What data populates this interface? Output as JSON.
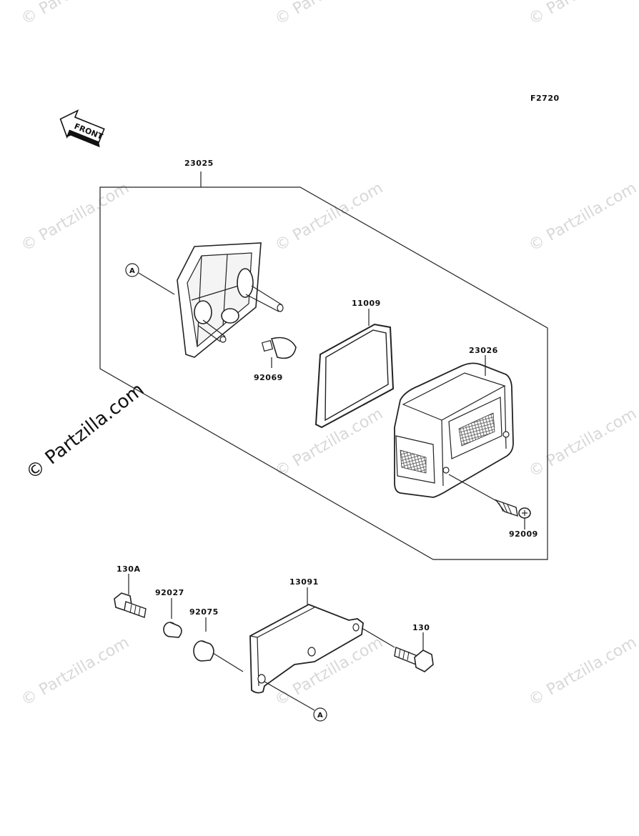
{
  "figure_code": "F2720",
  "front_label": "FRONT",
  "parts": {
    "p23025": "23025",
    "p11009": "11009",
    "p23026": "23026",
    "p92069": "92069",
    "p92009": "92009",
    "p130A": "130A",
    "p92027": "92027",
    "p92075": "92075",
    "p13091": "13091",
    "p130": "130"
  },
  "callouts": {
    "a_top": "A",
    "a_bottom": "A"
  },
  "watermark": {
    "text": "© Partzilla.com",
    "side_text": "© Partzilla.com"
  }
}
